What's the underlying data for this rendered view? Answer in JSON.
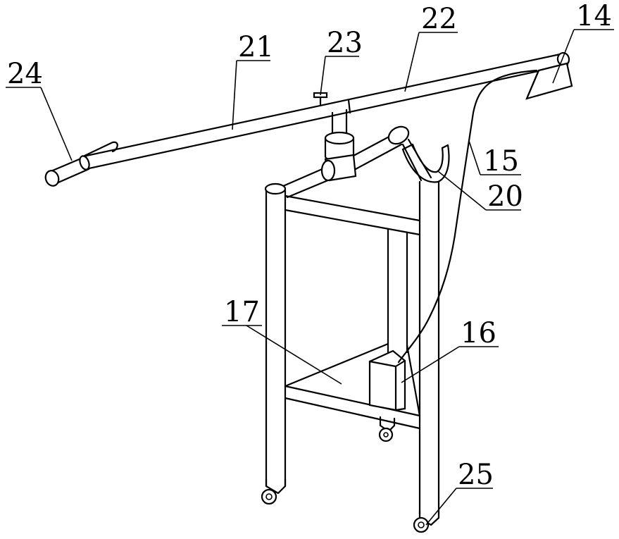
{
  "labels": {
    "l14": "14",
    "l15": "15",
    "l16": "16",
    "l17": "17",
    "l20": "20",
    "l21": "21",
    "l22": "22",
    "l23": "23",
    "l24": "24",
    "l25": "25"
  }
}
